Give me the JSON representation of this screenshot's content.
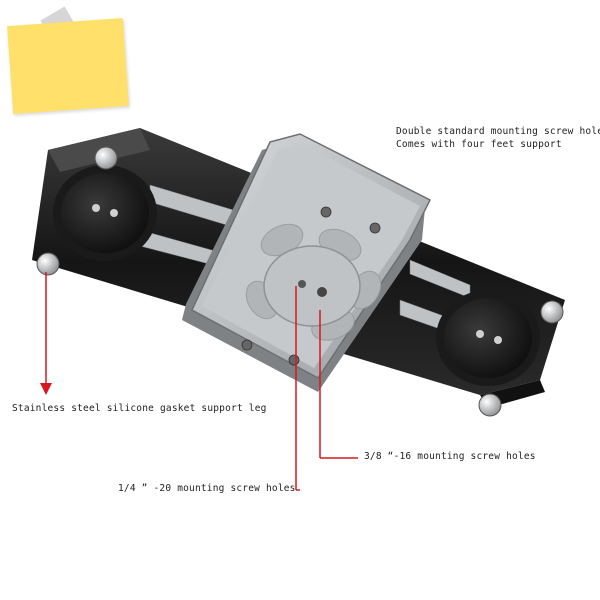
{
  "annotations": {
    "mount_line1": "Double standard mounting screw holes",
    "mount_line2": "Comes with four feet support",
    "support_leg": "Stainless steel silicone gasket support leg",
    "hole_38": "3/8 “-16 mounting screw holes",
    "hole_14": "1/4 ” -20 mounting screw holes"
  },
  "colors": {
    "note": "#ffe06b",
    "callout": "#d6181e",
    "rail": "#1c1c1c",
    "plate": "#b9bcbf"
  }
}
